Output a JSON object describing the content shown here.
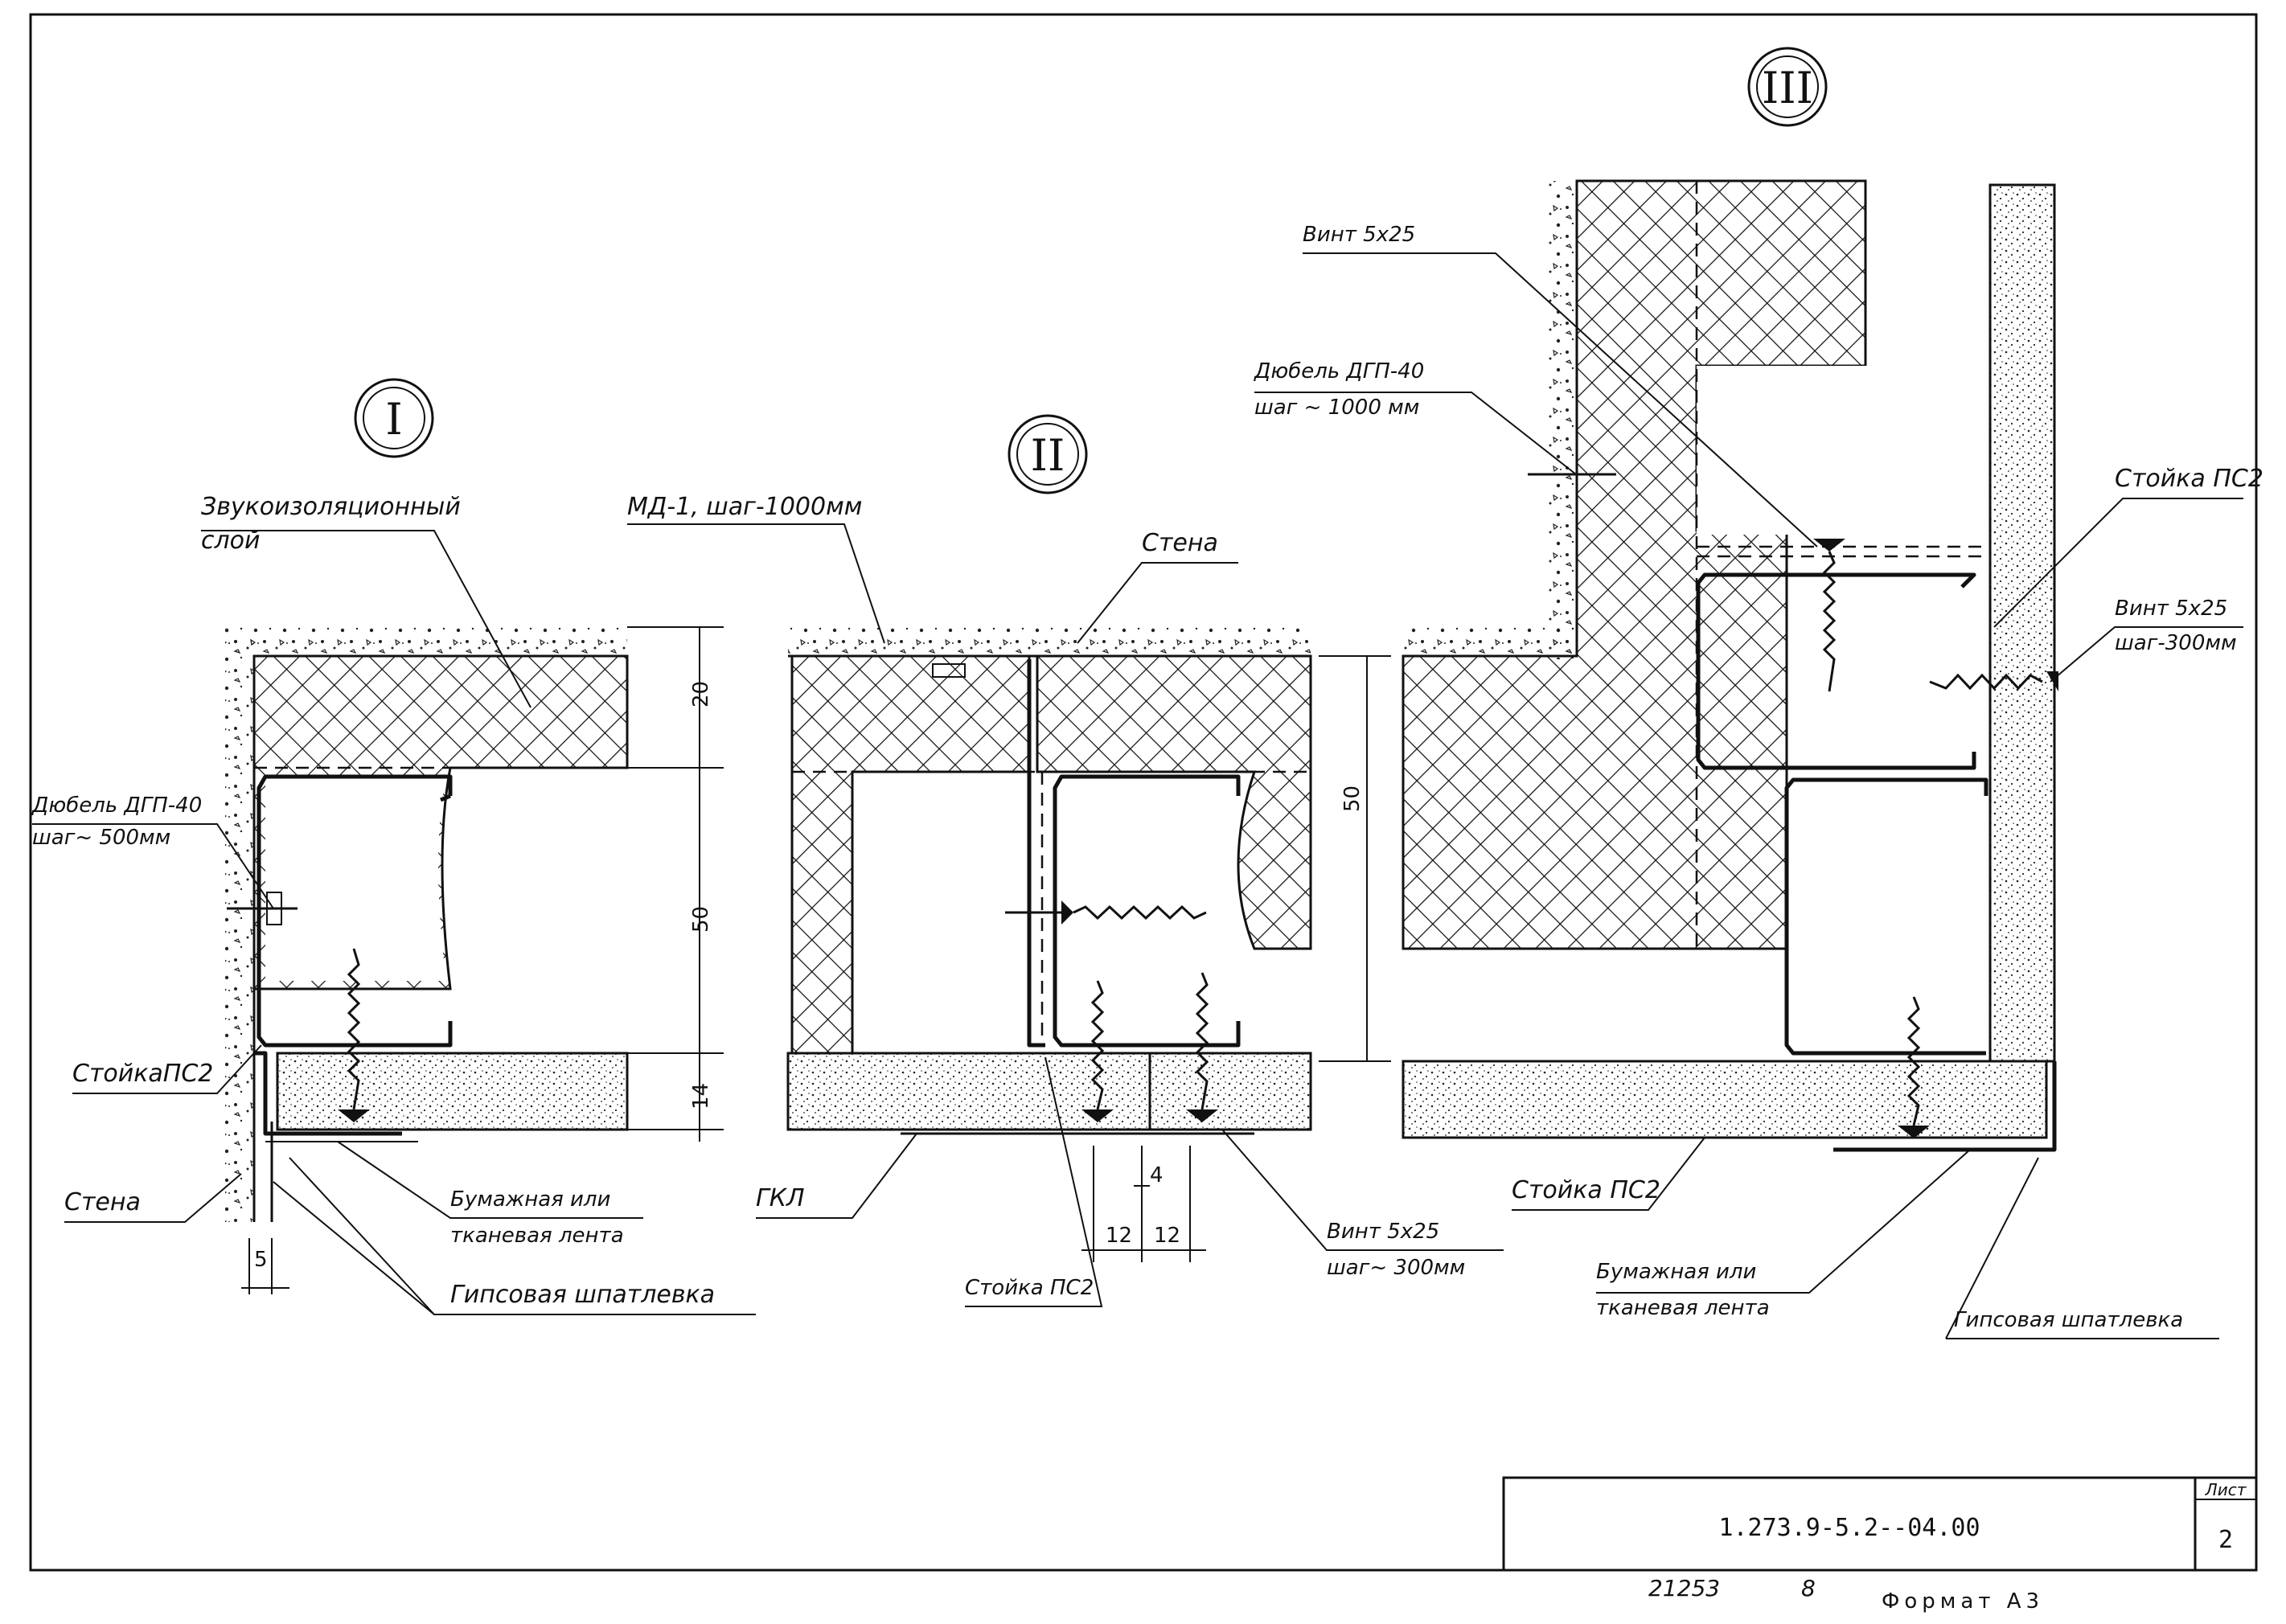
{
  "sections": {
    "s1": "I",
    "s2": "II",
    "s3": "III"
  },
  "labels": {
    "s1_insulation_l1": "Звукоизоляционный",
    "s1_insulation_l2": "слой",
    "s1_dowel": "Дюбель ДГП-40",
    "s1_dowel_step": "шаг~ 500мм",
    "s1_stud": "СтойкаПС2",
    "s1_wall": "Стена",
    "s1_tape_l1": "Бумажная или",
    "s1_tape_l2": "тканевая лента",
    "s1_putty": "Гипсовая  шпатлевка",
    "s2_md1": "МД-1, шаг-1000мм",
    "s2_wall": "Стена",
    "s2_gkl": "ГКЛ",
    "s2_stud": "Стойка ПС2",
    "s2_screw": "Винт 5х25",
    "s2_screw_step": "шаг~ 300мм",
    "s3_screw_top": "Винт  5х25",
    "s3_dowel": "Дюбель  ДГП-40",
    "s3_dowel_step": "шаг ~ 1000 мм",
    "s3_stud_right": "Стойка ПС2",
    "s3_screw_right": "Винт 5х25",
    "s3_screw_right_step": "шаг-300мм",
    "s3_stud_bottom": "Стойка ПС2",
    "s3_tape_l1": "Бумажная или",
    "s3_tape_l2": "тканевая лента",
    "s3_putty": "Гипсовая  шпатлевка"
  },
  "dimensions": {
    "d20": "20",
    "d50": "50",
    "d14": "14",
    "d5": "5",
    "s2_d50": "50",
    "s2_d4": "4",
    "s2_d12a": "12",
    "s2_d12b": "12"
  },
  "title_block": {
    "code": "1.273.9-5.2--04.00",
    "sheet_label": "Лист",
    "sheet_no": "2"
  },
  "footer": {
    "num": "21253",
    "page": "8",
    "format": "Формат А3"
  }
}
